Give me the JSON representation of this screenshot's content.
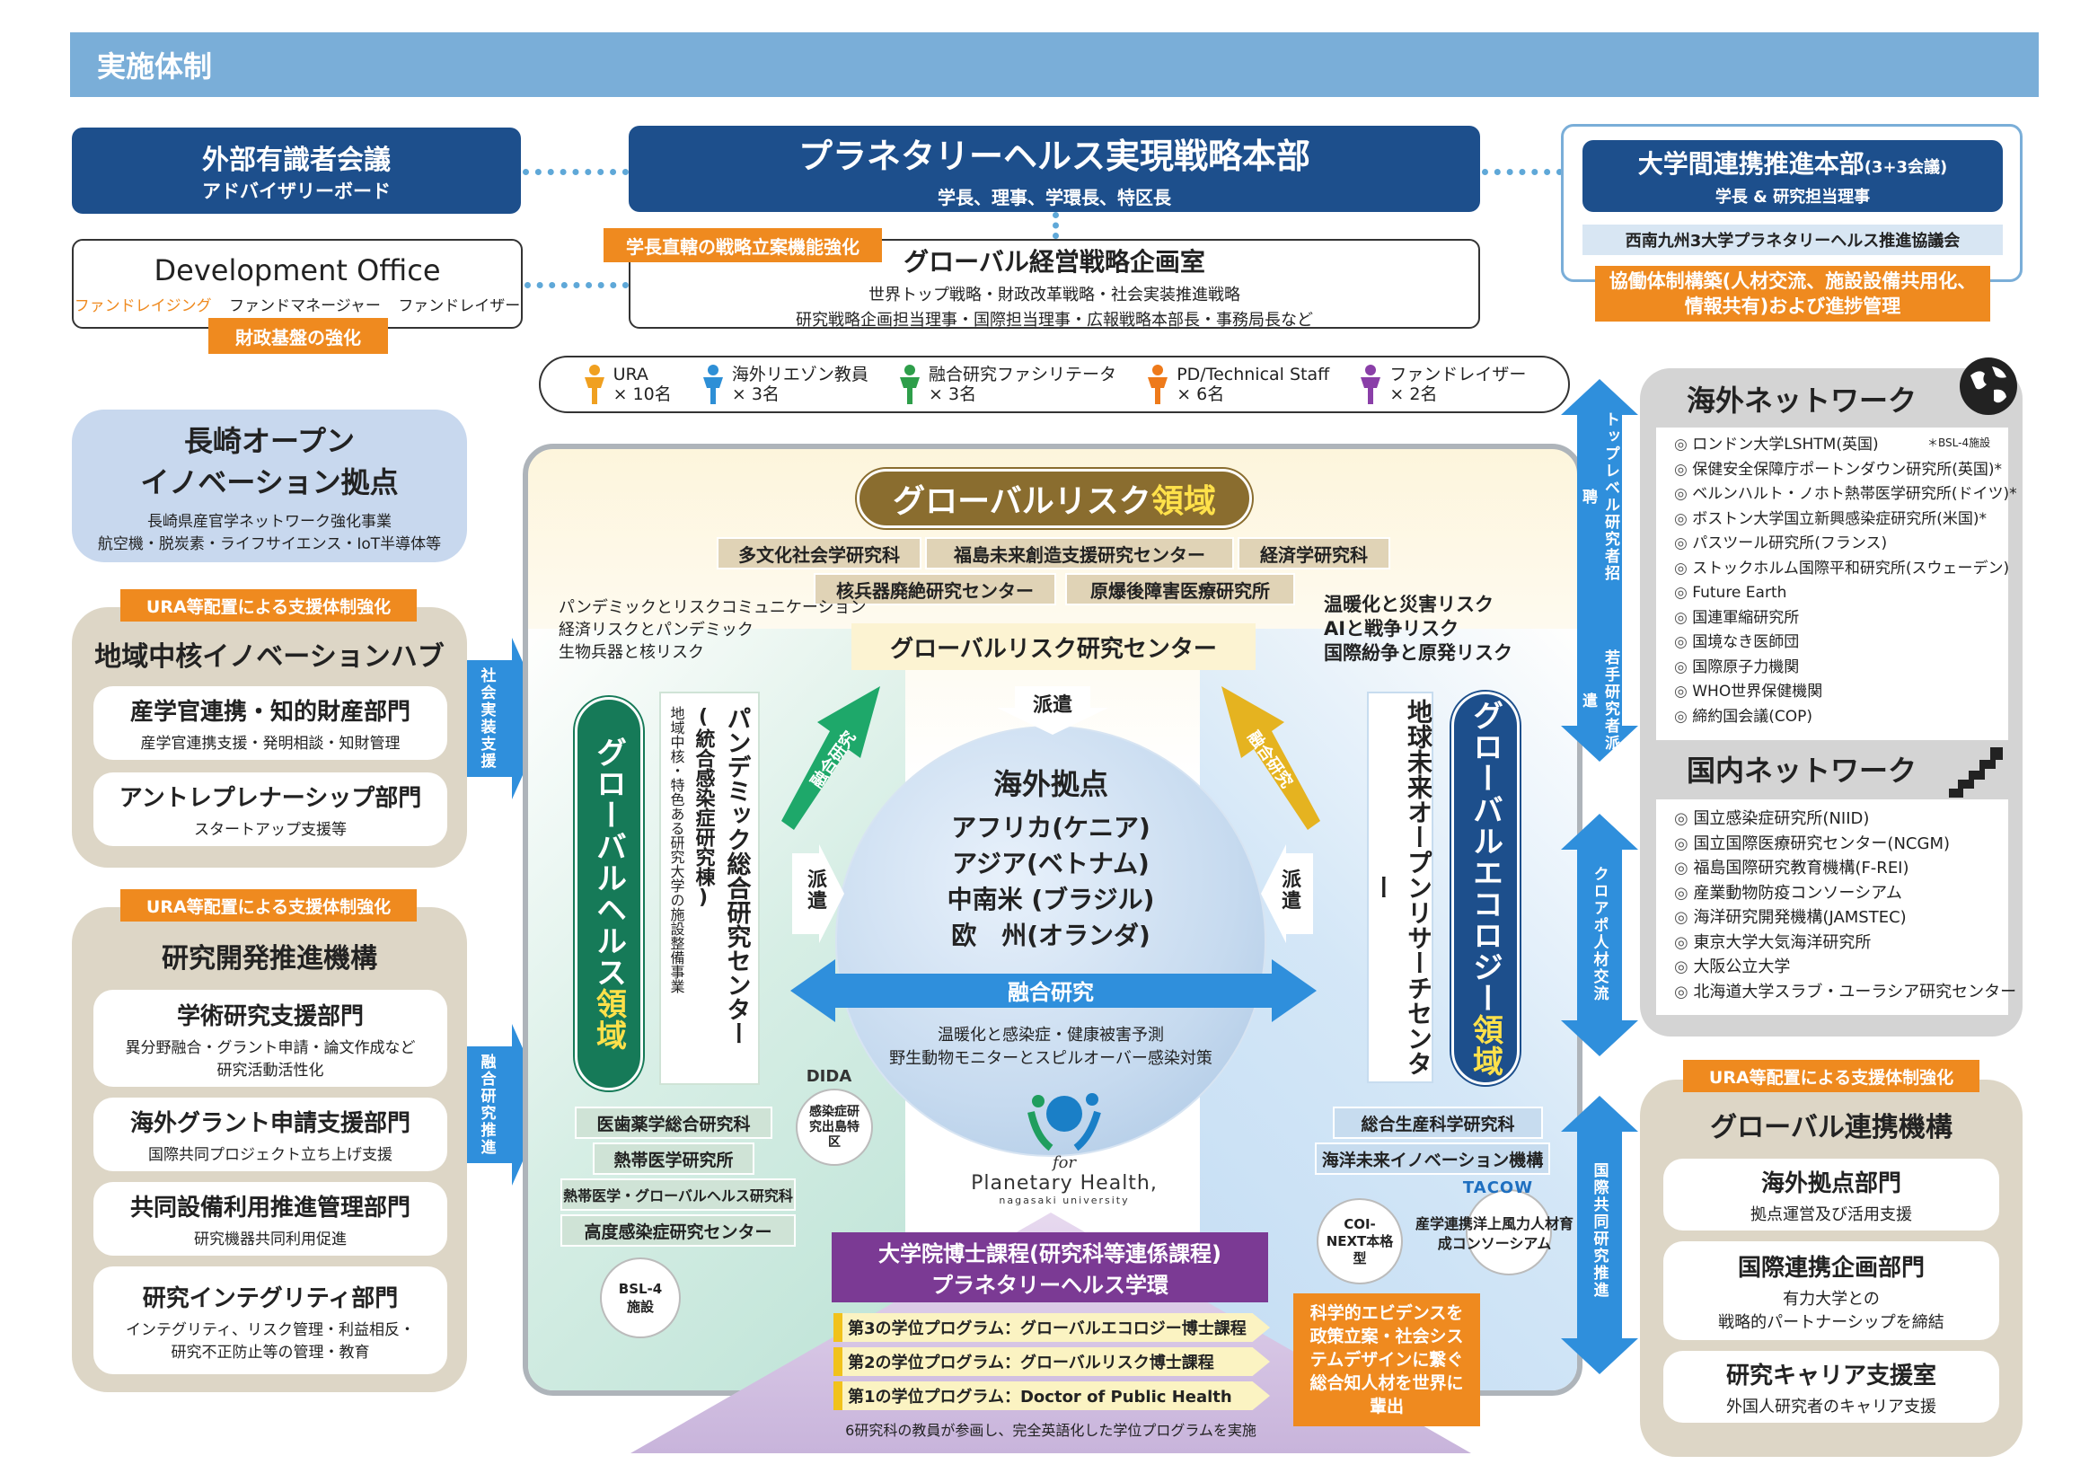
{
  "header": "実施体制",
  "hq": {
    "title": "プラネタリーヘルス実現戦略本部",
    "sub": "学長、理事、学環長、特区長"
  },
  "advisory": {
    "title": "外部有識者会議",
    "sub": "アドバイザリーボード"
  },
  "univ": {
    "title": "大学間連携推進本部",
    "tag": "(3+3会議)",
    "sub": "学長 & 研究担当理事",
    "council": "西南九州3大学プラネタリーヘルス推進協議会",
    "note": "協働体制構築(人材交流、施設設備共用化、情報共有)および進捗管理"
  },
  "devoffice": {
    "title": "Development Office",
    "fundraising": "ファンドレイジング",
    "mgr": "ファンドマネージャー",
    "raiser": "ファンドレイザー",
    "tag": "財政基盤の強化"
  },
  "globalmgmt": {
    "tag": "学長直轄の戦略立案機能強化",
    "title": "グローバル経営戦略企画室",
    "l1": "世界トップ戦略・財政改革戦略・社会実装推進戦略",
    "l2": "研究戦略企画担当理事・国際担当理事・広報戦略本部長・事務局長など"
  },
  "staff": [
    {
      "name": "URA",
      "count": "× 10名",
      "color": "#f0a020",
      "icon": "person-icon"
    },
    {
      "name": "海外リエゾン教員",
      "count": "× 3名",
      "color": "#2e8fd6",
      "icon": "person-icon"
    },
    {
      "name": "融合研究ファシリテータ",
      "count": "× 3名",
      "color": "#2e9e4a",
      "icon": "person-icon"
    },
    {
      "name": "PD/Technical Staff",
      "count": "× 6名",
      "color": "#ee7a1a",
      "icon": "person-icon"
    },
    {
      "name": "ファンドレイザー",
      "count": "× 2名",
      "color": "#8a3fa8",
      "icon": "person-icon"
    }
  ],
  "nagasaki": {
    "title1": "長崎オープン",
    "title2": "イノベーション拠点",
    "l1": "長崎県産官学ネットワーク強化事業",
    "l2": "航空機・脱炭素・ライフサイエンス・IoT半導体等"
  },
  "ura_tag": "URA等配置による支援体制強化",
  "hub": {
    "title": "地域中核イノベーションハブ",
    "items": [
      {
        "title": "産学官連携・知的財産部門",
        "sub": "産学官連携支援・発明相談・知財管理"
      },
      {
        "title": "アントレプレナーシップ部門",
        "sub": "スタートアップ支援等"
      }
    ]
  },
  "rnd": {
    "title": "研究開発推進機構",
    "items": [
      {
        "title": "学術研究支援部門",
        "sub": "異分野融合・グラント申請・論文作成など",
        "sub2": "研究活動活性化"
      },
      {
        "title": "海外グラント申請支援部門",
        "sub": "国際共同プロジェクト立ち上げ支援",
        "sub2": ""
      },
      {
        "title": "共同設備利用推進管理部門",
        "sub": "研究機器共同利用促進",
        "sub2": ""
      },
      {
        "title": "研究インテグリティ部門",
        "sub": "インテグリティ、リスク管理・利益相反・",
        "sub2": "研究不正防止等の管理・教育"
      }
    ]
  },
  "arrows": {
    "social": "社会実装支援",
    "fusion": "融合研究推進",
    "toplevel": "トップレベル研究者招聘",
    "young": "若手研究者派遣",
    "cross": "クロアポ人材交流",
    "intl": "国際共同研究推進"
  },
  "overseas_net": {
    "title": "海外ネットワーク",
    "bsl_note": "＊BSL-4施設",
    "items": [
      "ロンドン大学LSHTM(英国)",
      "保健安全保障庁ポートンダウン研究所(英国)*",
      "ベルンハルト・ノホト熱帯医学研究所(ドイツ)*",
      "ボストン大学国立新興感染症研究所(米国)*",
      "パスツール研究所(フランス)",
      "ストックホルム国際平和研究所(スウェーデン)",
      "Future Earth",
      "国連軍縮研究所",
      "国境なき医師団",
      "国際原子力機関",
      "WHO世界保健機関",
      "締約国会議(COP)"
    ]
  },
  "domestic_net": {
    "title": "国内ネットワーク",
    "items": [
      "国立感染症研究所(NIID)",
      "国立国際医療研究センター(NCGM)",
      "福島国際研究教育機構(F-REI)",
      "産業動物防疫コンソーシアム",
      "海洋研究開発機構(JAMSTEC)",
      "東京大学大気海洋研究所",
      "大阪公立大学",
      "北海道大学スラブ・ユーラシア研究センター"
    ]
  },
  "global_collab": {
    "title": "グローバル連携機構",
    "items": [
      {
        "title": "海外拠点部門",
        "sub": "拠点運営及び活用支援",
        "sub2": ""
      },
      {
        "title": "国際連携企画部門",
        "sub": "有力大学との",
        "sub2": "戦略的パートナーシップを締結"
      },
      {
        "title": "研究キャリア支援室",
        "sub": "外国人研究者のキャリア支援",
        "sub2": ""
      }
    ]
  },
  "risk": {
    "title_a": "グローバルリスク",
    "title_b": "領域",
    "units": [
      "多文化社会学研究科",
      "福島未来創造支援研究センター",
      "経済学研究科",
      "核兵器廃絶研究センター",
      "原爆後障害医療研究所"
    ],
    "center": "グローバルリスク研究センター",
    "left1": "パンデミックとリスクコミュニケーション",
    "left2": "経済リスクとパンデミック",
    "left3": "生物兵器と核リスク",
    "right1": "温暖化と災害リスク",
    "right2": "AIと戦争リスク",
    "right3": "国際紛争と原発リスク"
  },
  "health": {
    "title_a": "グローバルヘルス",
    "title_b": "領域",
    "pandemic": "パンデミック総合研究センター",
    "pandemic_sub": "(統合感染症研究棟)",
    "pandemic_note": "地域中核・特色ある研究大学の施設整備事業",
    "units": [
      "医歯薬学総合研究科",
      "熱帯医学研究所",
      "熱帯医学・グローバルヘルス研究科",
      "高度感染症研究センター"
    ],
    "dida": "DIDA",
    "dida_sub": "感染症研究出島特区",
    "bsl": "BSL-4施設"
  },
  "ecology": {
    "title_a": "グローバルエコロジー",
    "title_b": "領域",
    "center": "地球未来オープンリサーチセンター",
    "units": [
      "総合生産科学研究科",
      "海洋未来イノベーション機構"
    ],
    "coi": "COI-NEXT本格型",
    "tacow": "TACOW",
    "consortium": "産学連携洋上風力人材育成コンソーシアム"
  },
  "hub_center": {
    "title": "海外拠点",
    "sites": [
      "アフリカ(ケニア)",
      "アジア(ベトナム)",
      "中南米 (ブラジル)",
      "欧　州(オランダ)"
    ],
    "dispatch": "派遣",
    "fusion": "融合研究",
    "fusion_l1": "温暖化と感染症・健康被害予測",
    "fusion_l2": "野生動物モニターとスピルオーバー感染対策",
    "fusion_arrow": "融合研究"
  },
  "logo": {
    "for": "for",
    "name": "Planetary Health,",
    "univ": "nagasaki university"
  },
  "grad": {
    "title1": "大学院博士課程(研究科等連係課程)",
    "title2": "プラネタリーヘルス学環",
    "programs": [
      "第3の学位プログラム：グローバルエコロジー博士課程",
      "第2の学位プログラム：グローバルリスク博士課程",
      "第1の学位プログラム：Doctor of Public Health"
    ],
    "note": "6研究科の教員が参画し、完全英語化した学位プログラムを実施",
    "side": "科学的エビデンスを政策立案・社会システムデザインに繋ぐ総合知人材を世界に輩出"
  }
}
